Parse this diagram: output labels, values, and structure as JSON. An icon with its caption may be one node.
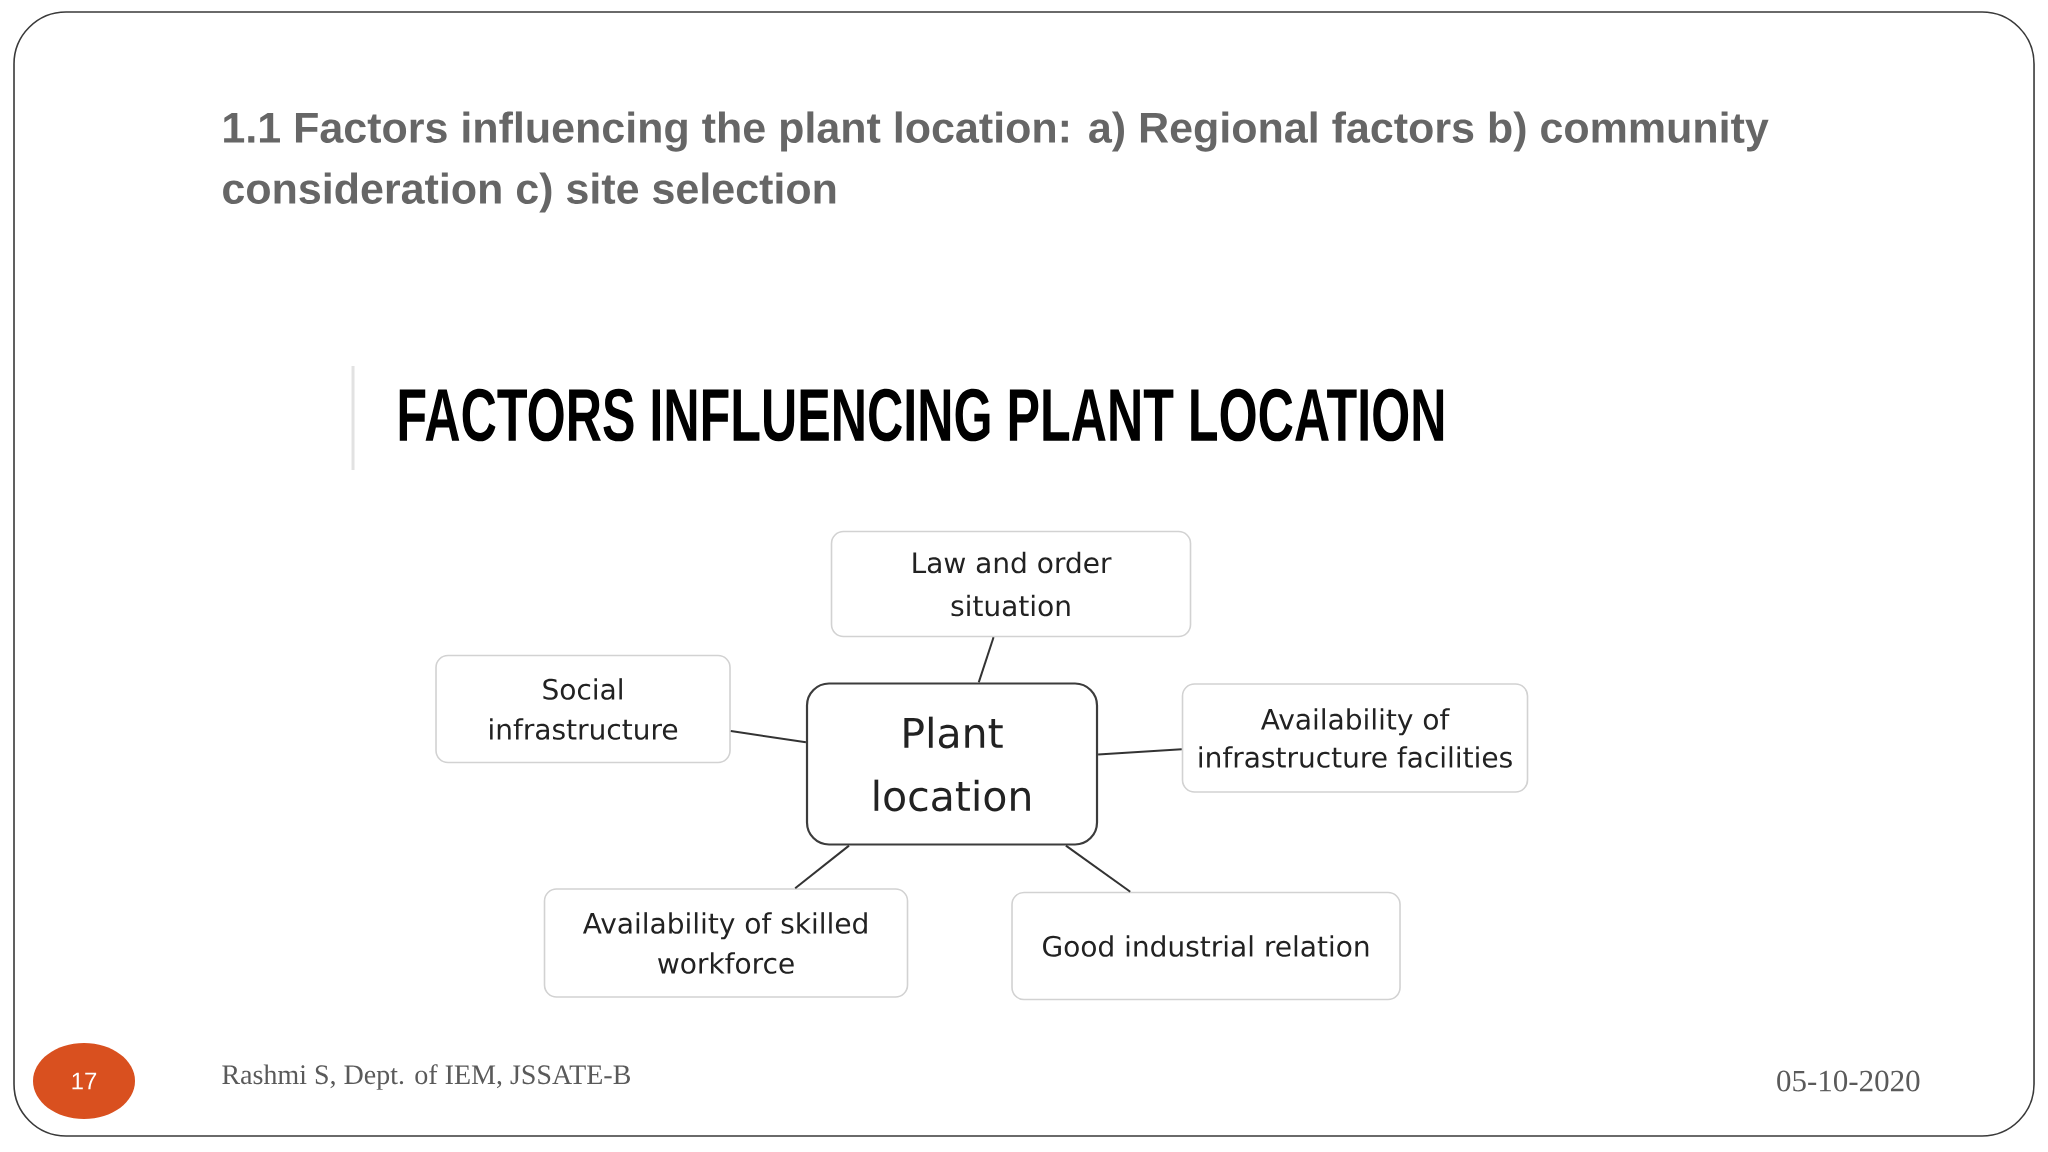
{
  "diagram": {
    "title": "1.1 Factors influencing the plant location: a) Regional factors b) community consideration c) site selection",
    "nodes": [
      {
        "text": [
          "Law and order situation"
        ]
      },
      {
        "text": [
          "Social infrastructure"
        ]
      },
      {
        "text": [
          "Plant location"
        ]
      },
      {
        "text": [
          "Availability of infrastructure facilities"
        ]
      },
      {
        "text": [
          "Availability of skilled workforce"
        ]
      },
      {
        "text": [
          "Good industrial relation"
        ]
      }
    ],
    "edges": [
      {
        "from": 2,
        "to": 0,
        "arrow": "none"
      },
      {
        "from": 2,
        "to": 1,
        "arrow": "none"
      },
      {
        "from": 2,
        "to": 3,
        "arrow": "none"
      },
      {
        "from": 2,
        "to": 4,
        "arrow": "none"
      },
      {
        "from": 2,
        "to": 5,
        "arrow": "none"
      }
    ],
    "labels": [
      "FACTORS INFLUENCING PLANT LOCATION",
      "17",
      "Rashmi S, Dept. of IEM, JSSATE-B",
      "05-10-2020"
    ]
  }
}
